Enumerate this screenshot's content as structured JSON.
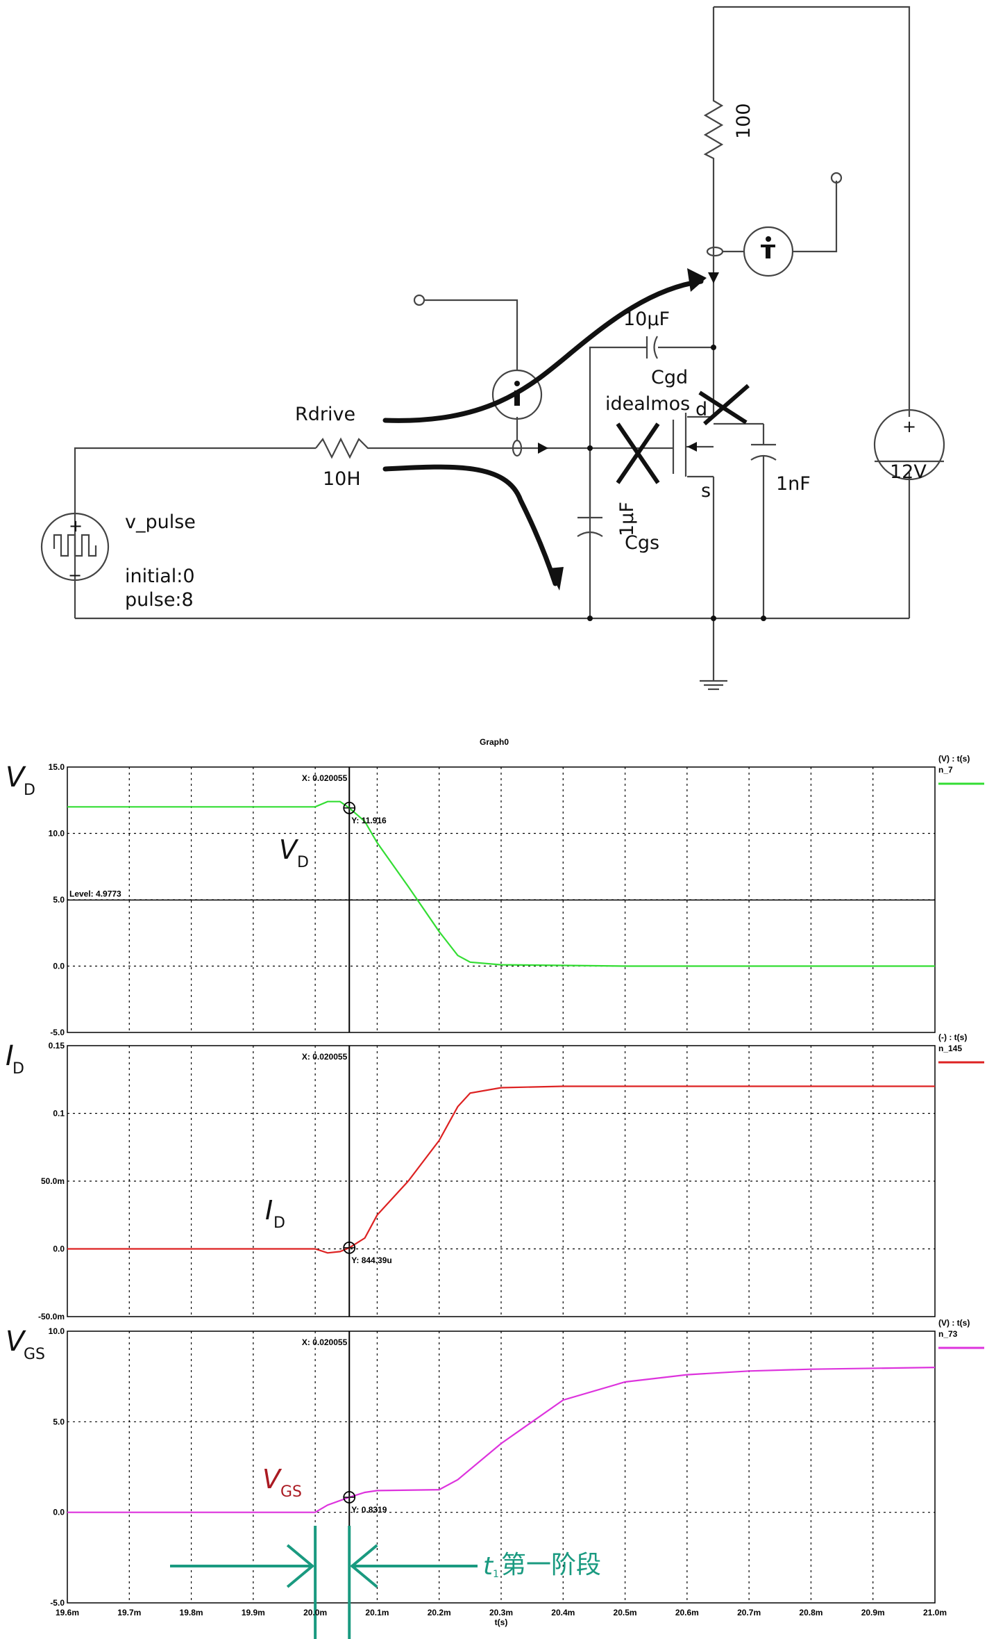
{
  "schematic": {
    "resistor_100": "100",
    "cap_10uF": "10μF",
    "cgd": "Cgd",
    "mos_name": "idealmos",
    "pin_d": "d",
    "pin_s": "s",
    "cap_1nF": "1nF",
    "cap_1uF": "1μF",
    "cgs": "Cgs",
    "rdrive": "Rdrive",
    "inductor": "10H",
    "source_name": "v_pulse",
    "source_initial": "initial:0",
    "source_pulse": "pulse:8",
    "supply": "12V",
    "plus_sign": "+",
    "minus_sign": "−"
  },
  "graph": {
    "title": "Graph0",
    "x_ticks": [
      "19.6m",
      "19.7m",
      "19.8m",
      "19.9m",
      "20.0m",
      "20.1m",
      "20.2m",
      "20.3m",
      "20.4m",
      "20.5m",
      "20.6m",
      "20.7m",
      "20.8m",
      "20.9m",
      "21.0m"
    ],
    "x_axis_label": "t(s)",
    "panels": [
      {
        "big_label": "V",
        "big_sub": "D",
        "unit_header": "(V) : t(s)",
        "net": "n_7",
        "color": "#33dd33",
        "ylim": [
          -5.0,
          15.0
        ],
        "y_ticks": [
          "15.0",
          "10.0",
          "5.0",
          "0.0",
          "-5.0"
        ],
        "cursor_x": "X: 0.020055",
        "cursor_y": "Y: 11.916",
        "level": "Level: 4.9773",
        "inline_label": "V",
        "inline_sub": "D"
      },
      {
        "big_label": "I",
        "big_sub": "D",
        "unit_header": "(-) : t(s)",
        "net": "n_145",
        "color": "#dd2222",
        "ylim": [
          -0.05,
          0.15
        ],
        "y_ticks": [
          "0.15",
          "0.1",
          "50.0m",
          "0.0",
          "-50.0m"
        ],
        "cursor_x": "X: 0.020055",
        "cursor_y": "Y: 844.39u",
        "inline_label": "I",
        "inline_sub": "D"
      },
      {
        "big_label": "V",
        "big_sub": "GS",
        "unit_header": "(V) : t(s)",
        "net": "n_73",
        "color": "#dd33dd",
        "ylim": [
          -5.0,
          10.0
        ],
        "y_ticks": [
          "10.0",
          "5.0",
          "0.0",
          "-5.0"
        ],
        "cursor_x": "X: 0.020055",
        "cursor_y": "Y: 0.8319",
        "inline_label": "V",
        "inline_sub": "GS",
        "inline_color": "#aa1a22",
        "annotation_t": "t",
        "annotation_sub": "1",
        "annotation_text": "第一阶段",
        "annotation_color": "#1a9a80"
      }
    ]
  },
  "chart_data": [
    {
      "type": "line",
      "title": "Graph0",
      "xlabel": "t(s)",
      "ylabel": "(V) : t(s)",
      "xlim": [
        0.0196,
        0.021
      ],
      "ylim": [
        -5.0,
        15.0
      ],
      "series": [
        {
          "name": "n_7",
          "x": [
            0.0196,
            0.0199,
            0.02,
            0.02002,
            0.02004,
            0.020055,
            0.02008,
            0.0201,
            0.02015,
            0.0202,
            0.02023,
            0.02025,
            0.0203,
            0.0204,
            0.0205,
            0.021
          ],
          "y": [
            12.0,
            12.0,
            12.0,
            12.4,
            12.4,
            11.916,
            10.9,
            9.3,
            6.0,
            2.6,
            0.8,
            0.3,
            0.1,
            0.05,
            0.0,
            0.0
          ]
        }
      ]
    },
    {
      "type": "line",
      "xlabel": "t(s)",
      "ylabel": "(-) : t(s)",
      "xlim": [
        0.0196,
        0.021
      ],
      "ylim": [
        -0.05,
        0.15
      ],
      "series": [
        {
          "name": "n_145",
          "x": [
            0.0196,
            0.0199,
            0.02,
            0.02002,
            0.02004,
            0.020055,
            0.02008,
            0.0201,
            0.02015,
            0.0202,
            0.02023,
            0.02025,
            0.0203,
            0.0204,
            0.0205,
            0.021
          ],
          "y": [
            0.0,
            0.0,
            0.0,
            -0.003,
            -0.002,
            0.000844,
            0.008,
            0.025,
            0.05,
            0.08,
            0.105,
            0.115,
            0.119,
            0.12,
            0.12,
            0.12
          ]
        }
      ]
    },
    {
      "type": "line",
      "xlabel": "t(s)",
      "ylabel": "(V) : t(s)",
      "xlim": [
        0.0196,
        0.021
      ],
      "ylim": [
        -5.0,
        10.0
      ],
      "series": [
        {
          "name": "n_73",
          "x": [
            0.0196,
            0.0199,
            0.02,
            0.02002,
            0.020055,
            0.02008,
            0.0201,
            0.0202,
            0.02023,
            0.0203,
            0.0204,
            0.0205,
            0.0206,
            0.0207,
            0.0208,
            0.021
          ],
          "y": [
            0.0,
            0.0,
            0.0,
            0.4,
            0.8319,
            1.1,
            1.2,
            1.25,
            1.8,
            3.8,
            6.2,
            7.2,
            7.6,
            7.8,
            7.9,
            8.0
          ]
        }
      ]
    }
  ]
}
